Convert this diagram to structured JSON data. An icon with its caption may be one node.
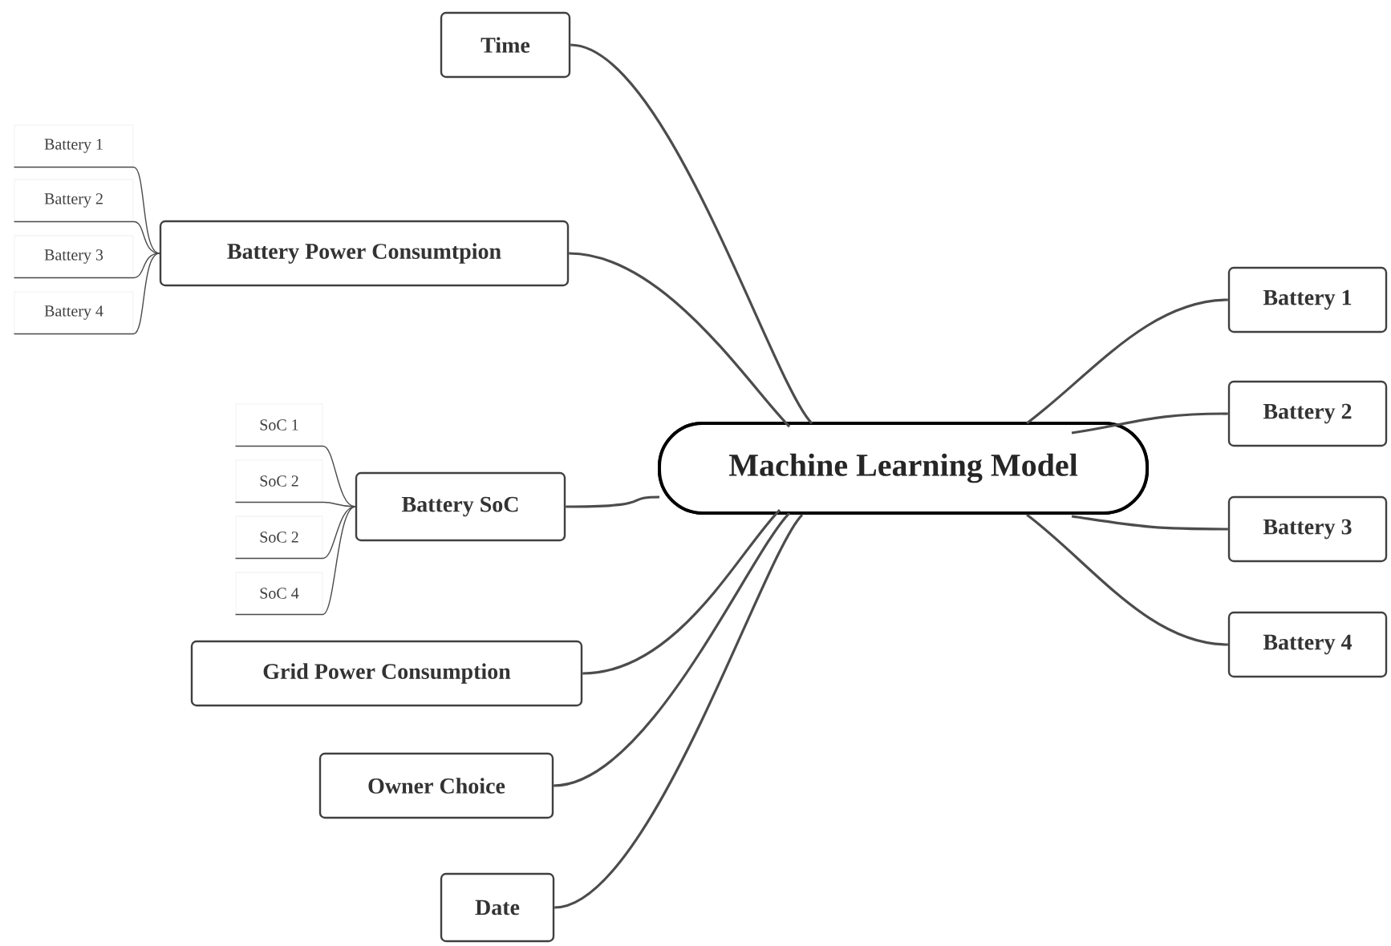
{
  "diagram": {
    "nodes": [
      {
        "text": [
          "Machine Learning Model"
        ]
      },
      {
        "text": [
          "Time"
        ]
      },
      {
        "text": [
          "Battery Power Consumtpion"
        ]
      },
      {
        "text": [
          "Battery 1"
        ]
      },
      {
        "text": [
          "Battery 2"
        ]
      },
      {
        "text": [
          "Battery 3"
        ]
      },
      {
        "text": [
          "Battery 4"
        ]
      },
      {
        "text": [
          "Battery SoC"
        ]
      },
      {
        "text": [
          "SoC 1"
        ]
      },
      {
        "text": [
          "SoC 2"
        ]
      },
      {
        "text": [
          "SoC 2"
        ]
      },
      {
        "text": [
          "SoC 4"
        ]
      },
      {
        "text": [
          "Grid Power Consumption"
        ]
      },
      {
        "text": [
          "Owner Choice"
        ]
      },
      {
        "text": [
          "Date"
        ]
      },
      {
        "text": [
          "Battery 1"
        ]
      },
      {
        "text": [
          "Battery 2"
        ]
      },
      {
        "text": [
          "Battery 3"
        ]
      },
      {
        "text": [
          "Battery 4"
        ]
      }
    ],
    "edges": [
      {
        "from": 0,
        "to": 1,
        "arrow": "none"
      },
      {
        "from": 0,
        "to": 2,
        "arrow": "none"
      },
      {
        "from": 2,
        "to": 3,
        "arrow": "none"
      },
      {
        "from": 2,
        "to": 4,
        "arrow": "none"
      },
      {
        "from": 2,
        "to": 5,
        "arrow": "none"
      },
      {
        "from": 2,
        "to": 6,
        "arrow": "none"
      },
      {
        "from": 0,
        "to": 7,
        "arrow": "none"
      },
      {
        "from": 7,
        "to": 8,
        "arrow": "none"
      },
      {
        "from": 7,
        "to": 9,
        "arrow": "none"
      },
      {
        "from": 7,
        "to": 10,
        "arrow": "none"
      },
      {
        "from": 7,
        "to": 11,
        "arrow": "none"
      },
      {
        "from": 0,
        "to": 12,
        "arrow": "none"
      },
      {
        "from": 0,
        "to": 13,
        "arrow": "none"
      },
      {
        "from": 0,
        "to": 14,
        "arrow": "none"
      },
      {
        "from": 0,
        "to": 15,
        "arrow": "none"
      },
      {
        "from": 0,
        "to": 16,
        "arrow": "none"
      },
      {
        "from": 0,
        "to": 17,
        "arrow": "none"
      },
      {
        "from": 0,
        "to": 18,
        "arrow": "none"
      }
    ]
  }
}
